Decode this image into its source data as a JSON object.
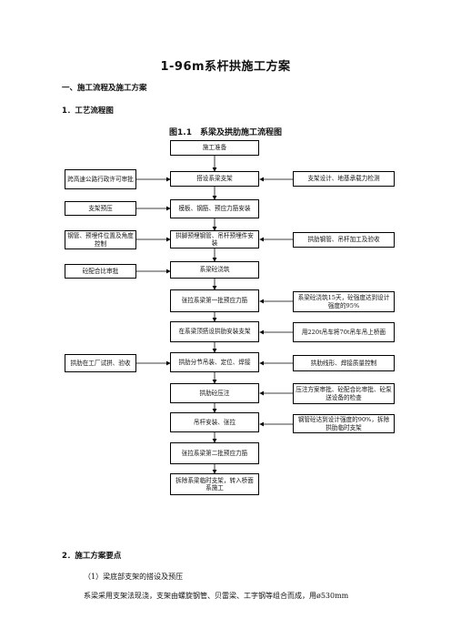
{
  "title": "1-96m系杆拱施工方案",
  "section1": "一、施工流程及施工方案",
  "section1_1": "1．工艺流程图",
  "figure_title": "图1.1　系梁及拱肋施工流程图",
  "flow": {
    "center": [
      "施工准备",
      "搭设系梁支架",
      "模板、钢筋、预应力筋安装",
      "拱脚预埋钢管、吊杆预埋件安装",
      "系梁砼浇筑",
      "张拉系梁第一批预应力筋",
      "在系梁顶搭设拱肋安装支架",
      "拱肋分节吊装、定位、焊接",
      "拱肋砼压注",
      "吊杆安装、张拉",
      "张拉系梁第二批预应力筋",
      "拆除系梁临时支架，转入桥面系施工"
    ],
    "left": [
      "跨高速公路行政许可审批",
      "支架预压",
      "钢管、预埋件位置及角度控制",
      "砼配合比审批",
      "拱肋在工厂试拼、验收"
    ],
    "right": [
      "支架设计、地基承载力检测",
      "拱肋钢管、吊杆加工及验收",
      "系梁砼浇筑15天，砼强度达到设计强度的95%",
      "用220t吊车将70t吊车吊上桥面",
      "拱肋线形、焊接质量控制",
      "压注方案审批、砼配合比审批、砼泵送设备的检查",
      "钢管砼达到设计强度的90%，拆除拱肋临时支架"
    ]
  },
  "section2": "2．施工方案要点",
  "point1": "（1）梁底部支架的搭设及预压",
  "point1_text": "系梁采用支架法现浇，支架由螺旋钢管、贝雷梁、工字钢等组合而成，用ø530mm"
}
